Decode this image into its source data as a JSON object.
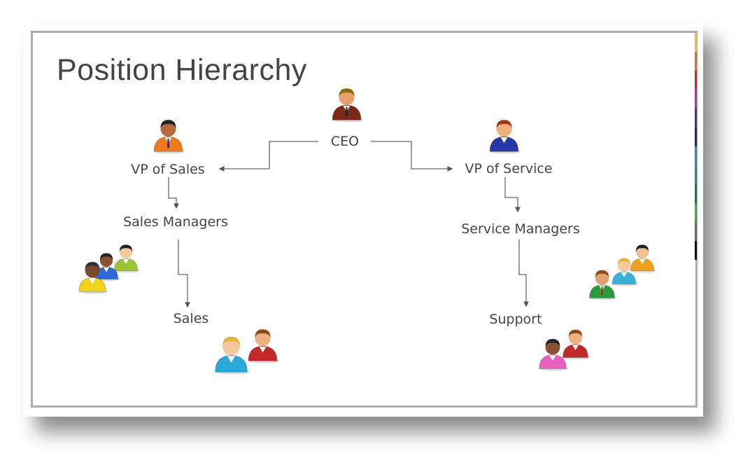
{
  "title": "Position Hierarchy",
  "nodes": {
    "ceo": "CEO",
    "vp_sales": "VP of Sales",
    "vp_service": "VP of Service",
    "sales_managers": "Sales Managers",
    "service_managers": "Service Managers",
    "sales": "Sales",
    "support": "Support"
  },
  "accent_strip_colors": [
    "#f2c418",
    "#ee6a2a",
    "#d1242c",
    "#b82ab5",
    "#5a2c7c",
    "#1e2a6e",
    "#2f86d6",
    "#1e8f8a",
    "#1f7a3a",
    "#3bb03b",
    "#6a6a6a",
    "#111111"
  ]
}
